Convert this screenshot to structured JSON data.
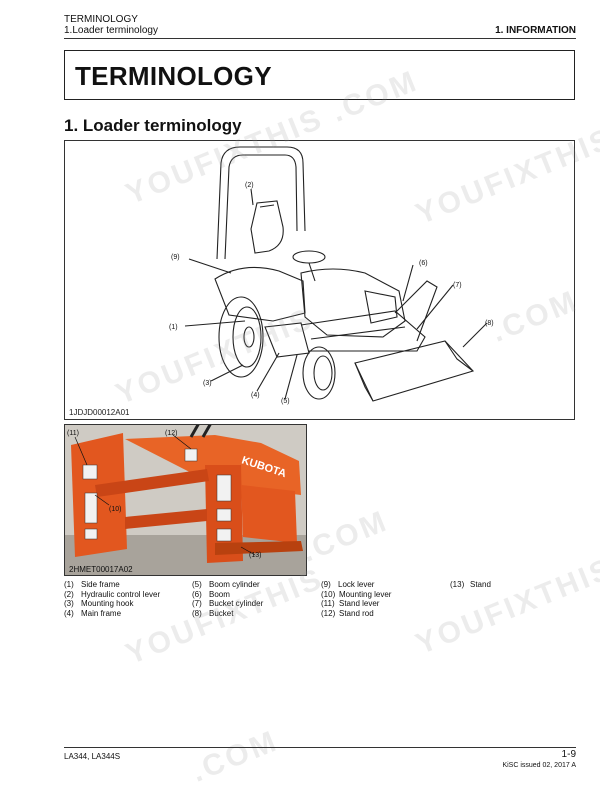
{
  "header": {
    "section": "TERMINOLOGY",
    "subsection": "1.Loader terminology",
    "chapter": "1. INFORMATION"
  },
  "title": "TERMINOLOGY",
  "section_heading": "1. Loader terminology",
  "figure1": {
    "code": "1JDJD00012A01",
    "callouts": [
      "(1)",
      "(2)",
      "(3)",
      "(4)",
      "(5)",
      "(6)",
      "(7)",
      "(8)",
      "(9)"
    ]
  },
  "figure2": {
    "code": "2HMET00017A02",
    "brand": "KUBOTA",
    "callouts": [
      "(11)",
      "(12)",
      "(10)",
      "(13)"
    ]
  },
  "legend": {
    "col1": [
      {
        "num": "(1)",
        "label": "Side frame"
      },
      {
        "num": "(2)",
        "label": "Hydraulic control lever"
      },
      {
        "num": "(3)",
        "label": "Mounting hook"
      },
      {
        "num": "(4)",
        "label": "Main frame"
      }
    ],
    "col2": [
      {
        "num": "(5)",
        "label": "Boom cylinder"
      },
      {
        "num": "(6)",
        "label": "Boom"
      },
      {
        "num": "(7)",
        "label": "Bucket cylinder"
      },
      {
        "num": "(8)",
        "label": "Bucket"
      }
    ],
    "col3": [
      {
        "num": "(9)",
        "label": "Lock lever"
      },
      {
        "num": "(10)",
        "label": "Mounting lever"
      },
      {
        "num": "(11)",
        "label": "Stand lever"
      },
      {
        "num": "(12)",
        "label": "Stand rod"
      }
    ],
    "col4": [
      {
        "num": "(13)",
        "label": "Stand"
      }
    ]
  },
  "watermark": {
    "text1": "YOUFIXTHIS",
    "text2": ".COM"
  },
  "footer": {
    "model": "LA344, LA344S",
    "page": "1-9",
    "issue": "KiSC issued 02, 2017 A"
  },
  "colors": {
    "loader_orange": "#e2571f",
    "rule": "#333333"
  }
}
